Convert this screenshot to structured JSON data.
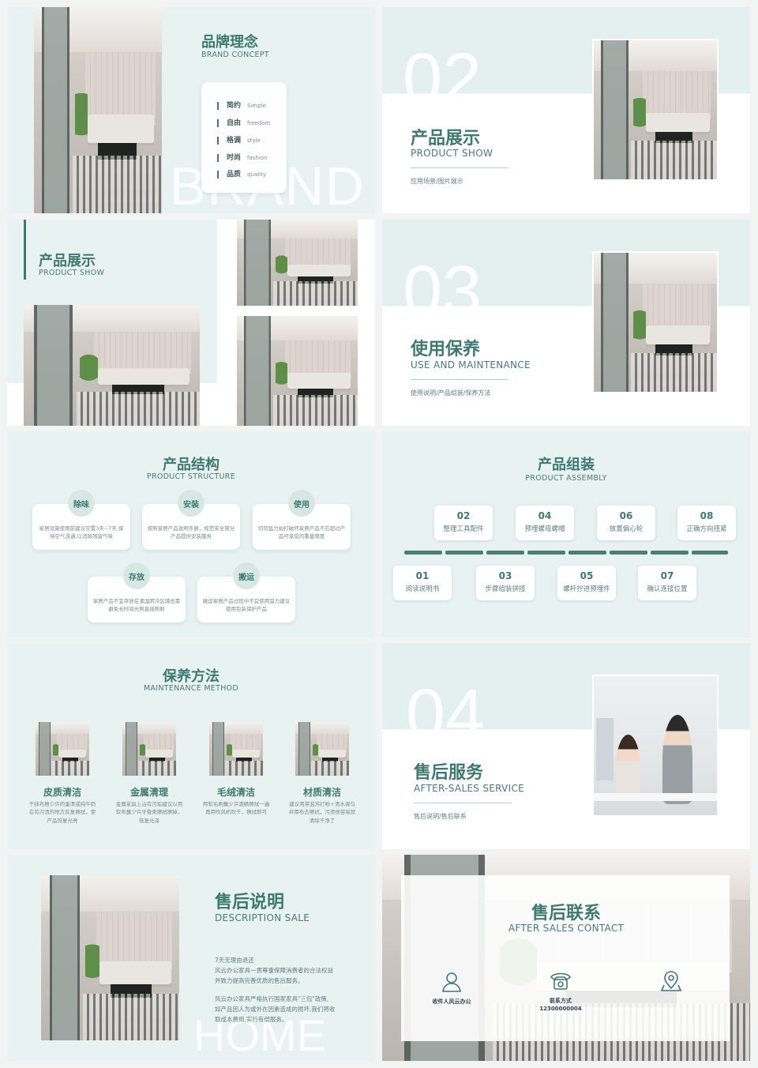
{
  "brand": {
    "title_cn": "品牌理念",
    "title_en": "BRAND CONCEPT",
    "watermark": "BRAND",
    "items": [
      {
        "cn": "简约",
        "en": "Simple"
      },
      {
        "cn": "自由",
        "en": "freedom"
      },
      {
        "cn": "格调",
        "en": "style"
      },
      {
        "cn": "时尚",
        "en": "fashion"
      },
      {
        "cn": "品质",
        "en": "quality"
      }
    ]
  },
  "section02": {
    "number": "02",
    "title_cn": "产品展示",
    "title_en": "PRODUCT SHOW",
    "subtitle": "应用场景/图片展示"
  },
  "product_show": {
    "title_cn": "产品展示",
    "title_en": "PRODUCT SHOW"
  },
  "section03": {
    "number": "03",
    "title_cn": "使用保养",
    "title_en": "USE AND MAINTENANCE",
    "subtitle": "使用说明/产品组装/保养方法"
  },
  "structure": {
    "title_cn": "产品结构",
    "title_en": "PRODUCT STRUCTURE",
    "cards": [
      {
        "label": "除味",
        "desc": "家居设施使用前建议空置3天~7天,保持空气流通,以消除残留气味"
      },
      {
        "label": "安装",
        "desc": "按照家居产品说明手册，规范安全部分产品提供安装服务"
      },
      {
        "label": "使用",
        "desc": "切勿猛力拍打破坏家居产品不应超过产品可承受的重量限度"
      },
      {
        "label": "存放",
        "desc": "家居产品不宜存放在潮湿阴冷区域也需避免长时间光照直接照射"
      },
      {
        "label": "搬运",
        "desc": "搬运家居产品过程中不宜使用蛮力建议使用包装保护产品"
      }
    ]
  },
  "assembly": {
    "title_cn": "产品组装",
    "title_en": "PRODUCT ASSEMBLY",
    "top_steps": [
      {
        "n": "02",
        "label": "整理工具配件"
      },
      {
        "n": "04",
        "label": "预埋螺母螺帽"
      },
      {
        "n": "06",
        "label": "放置偏心轮"
      },
      {
        "n": "08",
        "label": "正确方向扭紧"
      }
    ],
    "bottom_steps": [
      {
        "n": "01",
        "label": "阅读说明书"
      },
      {
        "n": "03",
        "label": "步骤组装拼接"
      },
      {
        "n": "05",
        "label": "螺杆拧进预埋件"
      },
      {
        "n": "07",
        "label": "确认连接位置"
      }
    ]
  },
  "maintenance": {
    "title_cn": "保养方法",
    "title_en": "MAINTENANCE METHOD",
    "items": [
      {
        "title": "皮质清洁",
        "desc": "干抹布擦少许的蛋清或纯牛奶在有污渍的地方反复擦拭，使产品恢复光亮"
      },
      {
        "title": "金属清理",
        "desc": "金属家具上沾有污垢建议以用软布蘸少许牙膏来擦拭擦掉，恢复光泽"
      },
      {
        "title": "毛绒清洁",
        "desc": "用软毛刷蘸少许酒精擦拭一遍再用吹风机吹干，擦拭即可"
      },
      {
        "title": "材质清洁",
        "desc": "建议用茶盐苏打粉+清水调匀并用布去擦拭，污渍很容易就清除干净了"
      }
    ]
  },
  "section04": {
    "number": "04",
    "title_cn": "售后服务",
    "title_en": "AFTER-SALES SERVICE",
    "subtitle": "售后说明/售后联系"
  },
  "description": {
    "title_cn": "售后说明",
    "title_en": "DESCRIPTION SALE",
    "watermark": "HOME",
    "para1": [
      "7天无理由退还",
      "风云办公家具一贯尊重保障消费者的合法权益",
      "并致力提高完善优质的售后服务。"
    ],
    "para2": [
      "风云办公家具严格执行国家家具\"三包\"政策,",
      "如产品因人为或外在因素造成的损坏,我们将收",
      "取成本费用,实行有偿服务。"
    ]
  },
  "contact": {
    "title_cn": "售后联系",
    "title_en": "AFTER SALES CONTACT",
    "items": [
      {
        "icon": "user-icon",
        "label": "收件人风云办公"
      },
      {
        "icon": "phone-icon",
        "label": "联系方式",
        "value": "12300000004"
      },
      {
        "icon": "location-icon",
        "label": ""
      }
    ]
  }
}
